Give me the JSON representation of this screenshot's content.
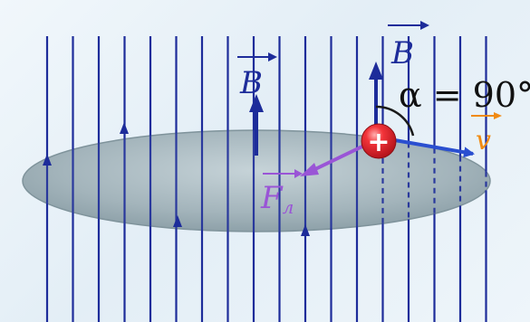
{
  "diagram": {
    "labels": {
      "field_left": "B",
      "field_right": "B",
      "angle": "α = 90°",
      "velocity": "v",
      "force": "F",
      "force_subscript": "л",
      "charge_sign": "+"
    },
    "colors": {
      "field_lines": "#1d2c9a",
      "disk_fill": "#9fb1b8",
      "force": "#9a55d6",
      "velocity": "#2a4fd0",
      "velocity_label": "#f08a12",
      "charge": "#e0222a",
      "text": "#2c3a8f",
      "background": "#eaf3f9"
    }
  }
}
